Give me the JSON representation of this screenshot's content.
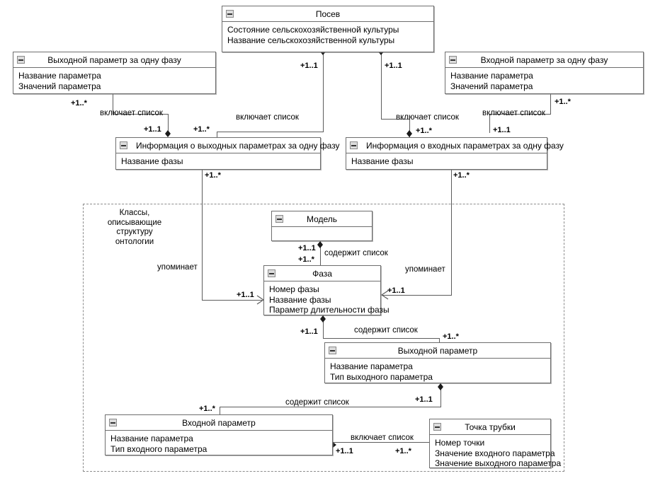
{
  "diagram": {
    "type": "uml-class-diagram",
    "language": "ru",
    "group_note": "Классы,\nописывающие\nструктуру\nонтологии",
    "group_note_lines": [
      "Классы,",
      "описывающие",
      "структуру",
      "онтологии"
    ],
    "colors": {
      "box_border": "#6e6e6e",
      "line": "#5c5c5c",
      "frame_border": "#8c8c8c",
      "background": "#ffffff",
      "glyph_fill": "#dcdcdc"
    }
  },
  "classes": [
    {
      "id": "posev",
      "name": "Посев",
      "title_align": "center",
      "attributes": [
        "Состояние сельскохозяйственной культуры",
        "Название сельскохозяйственной культуры"
      ]
    },
    {
      "id": "out_param_phase",
      "name": "Выходной параметр за одну фазу",
      "title_align": "center",
      "attributes": [
        "Название параметра",
        "Значений параметра"
      ]
    },
    {
      "id": "in_param_phase",
      "name": "Входной параметр за одну фазу",
      "title_align": "center",
      "attributes": [
        "Название параметра",
        "Значений параметра"
      ]
    },
    {
      "id": "info_out",
      "name": "Информация о выходных параметрах за одну фазу",
      "title_align": "left",
      "attributes": [
        "Название фазы"
      ]
    },
    {
      "id": "info_in",
      "name": "Информация о входных параметрах за одну фазу",
      "title_align": "left",
      "attributes": [
        "Название фазы"
      ]
    },
    {
      "id": "model",
      "name": "Модель",
      "title_align": "center",
      "attributes": []
    },
    {
      "id": "faza",
      "name": "Фаза",
      "title_align": "center",
      "attributes": [
        "Номер фазы",
        "Название фазы",
        "Параметр длительности фазы"
      ]
    },
    {
      "id": "out_param",
      "name": "Выходной параметр",
      "title_align": "center",
      "attributes": [
        "Название параметра",
        "Тип выходного параметра"
      ]
    },
    {
      "id": "in_param",
      "name": "Входной параметр",
      "title_align": "center",
      "attributes": [
        "Название параметра",
        "Тип входного параметра"
      ]
    },
    {
      "id": "tube_point",
      "name": "Точка трубки",
      "title_align": "center",
      "attributes": [
        "Номер точки",
        "Значение входного параметра",
        "Значение выходного параметра"
      ]
    }
  ],
  "relations": [
    {
      "id": "r1",
      "label": "включает список",
      "from": "posev",
      "to": "info_out",
      "from_mult": "+1..1",
      "to_mult": "+1..*",
      "kind": "composition"
    },
    {
      "id": "r2",
      "label": "включает список",
      "from": "posev",
      "to": "info_in",
      "from_mult": "+1..1",
      "to_mult": "+1..*",
      "kind": "composition"
    },
    {
      "id": "r3",
      "label": "включает список",
      "from": "out_param_phase",
      "to": "info_out",
      "from_mult": "+1..*",
      "to_mult": "+1..1",
      "kind": "composition"
    },
    {
      "id": "r4",
      "label": "включает список",
      "from": "in_param_phase",
      "to": "info_in",
      "from_mult": "+1..*",
      "to_mult": "+1..1",
      "kind": "composition"
    },
    {
      "id": "r5",
      "label": "упоминает",
      "from": "info_out",
      "to": "faza",
      "from_mult": "+1..*",
      "to_mult": "+1..1",
      "kind": "association"
    },
    {
      "id": "r6",
      "label": "упоминает",
      "from": "info_in",
      "to": "faza",
      "from_mult": "+1..*",
      "to_mult": "+1..1",
      "kind": "association"
    },
    {
      "id": "r7",
      "label": "содержит список",
      "from": "model",
      "to": "faza",
      "from_mult": "+1..1",
      "to_mult": "+1..*",
      "kind": "composition"
    },
    {
      "id": "r8",
      "label": "содержит список",
      "from": "faza",
      "to": "out_param",
      "from_mult": "+1..1",
      "to_mult": "+1..*",
      "kind": "composition"
    },
    {
      "id": "r9",
      "label": "содержит список",
      "from": "out_param",
      "to": "in_param",
      "from_mult": "+1..1",
      "to_mult": "+1..*",
      "kind": "composition"
    },
    {
      "id": "r10",
      "label": "включает список",
      "from": "in_param",
      "to": "tube_point",
      "from_mult": "+1..1",
      "to_mult": "+1..*",
      "kind": "composition"
    }
  ],
  "multiplicities": {
    "posev_out": "+1..1",
    "posev_in": "+1..1",
    "outphase_down": "+1..*",
    "inphase_down": "+1..*",
    "info_out_left": "+1..1",
    "info_out_right": "+1..*",
    "info_in_left": "+1..*",
    "info_in_right": "+1..1",
    "info_out_bottom": "+1..*",
    "info_in_bottom": "+1..*",
    "model_bottom": "+1..1",
    "faza_top": "+1..*",
    "faza_left": "+1..1",
    "faza_right": "+1..1",
    "faza_bottom": "+1..1",
    "out_param_top": "+1..*",
    "out_param_bottom": "+1..1",
    "in_param_top": "+1..*",
    "in_param_right": "+1..1",
    "tube_left": "+1..*"
  },
  "labels": {
    "vkl1": "включает список",
    "vkl2": "включает список",
    "vkl3": "включает список",
    "vkl4": "включает список",
    "upom1": "упоминает",
    "upom2": "упоминает",
    "sod1": "содержит список",
    "sod2": "содержит список",
    "sod3": "содержит список",
    "vkl5": "включает список"
  }
}
